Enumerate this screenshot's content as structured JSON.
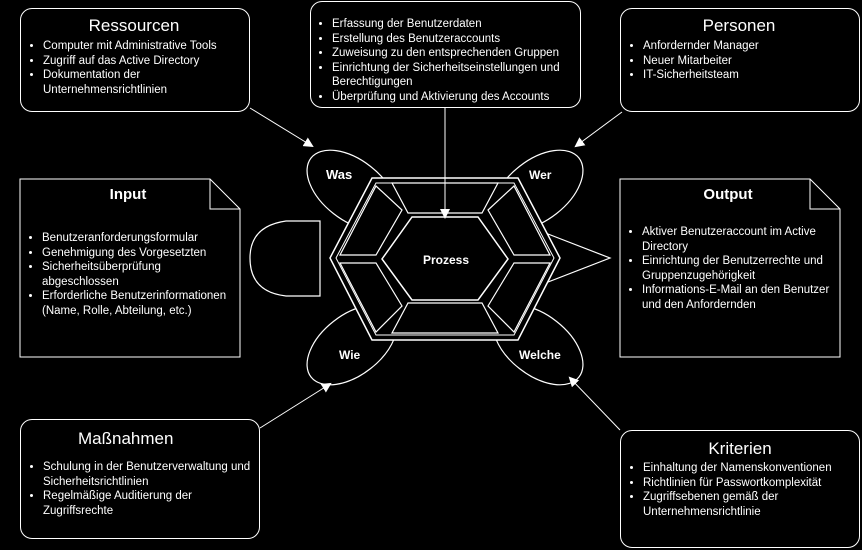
{
  "ressourcen": {
    "title": "Ressourcen",
    "items": [
      "Computer mit Administrative Tools",
      "Zugriff auf das Active Directory",
      "Dokumentation der Unternehmensrichtlinien"
    ]
  },
  "prozess_schritte": {
    "items": [
      "Erfassung der Benutzerdaten",
      "Erstellung des Benutzeraccounts",
      "Zuweisung zu den entsprechenden Gruppen",
      "Einrichtung der Sicherheitseinstellungen und Berechtigungen",
      "Überprüfung und Aktivierung des Accounts"
    ]
  },
  "personen": {
    "title": "Personen",
    "items": [
      "Anfordernder Manager",
      "Neuer Mitarbeiter",
      "IT-Sicherheitsteam"
    ]
  },
  "input": {
    "title": "Input",
    "items": [
      "Benutzeranforderungsformular",
      "Genehmigung des Vorgesetzten",
      "Sicherheitsüberprüfung abgeschlossen",
      "Erforderliche Benutzerinformationen (Name, Rolle, Abteilung, etc.)"
    ]
  },
  "output": {
    "title": "Output",
    "items": [
      "Aktiver Benutzeraccount im Active Directory",
      "Einrichtung der Benutzerrechte und Gruppenzugehörigkeit",
      "Informations-E-Mail an den Benutzer und den Anfordernden"
    ]
  },
  "massnahmen": {
    "title": "Maßnahmen",
    "items": [
      "Schulung in der Benutzerverwaltung und Sicherheitsrichtlinien",
      "Regelmäßige Auditierung der Zugriffsrechte"
    ]
  },
  "kriterien": {
    "title": "Kriterien",
    "items": [
      "Einhaltung der Namenskonventionen",
      "Richtlinien für Passwortkomplexität",
      "Zugriffsebenen gemäß der Unternehmensrichtlinie"
    ]
  },
  "turtle": {
    "center": "Prozess",
    "was": "Was",
    "wer": "Wer",
    "wie": "Wie",
    "welche": "Welche"
  }
}
